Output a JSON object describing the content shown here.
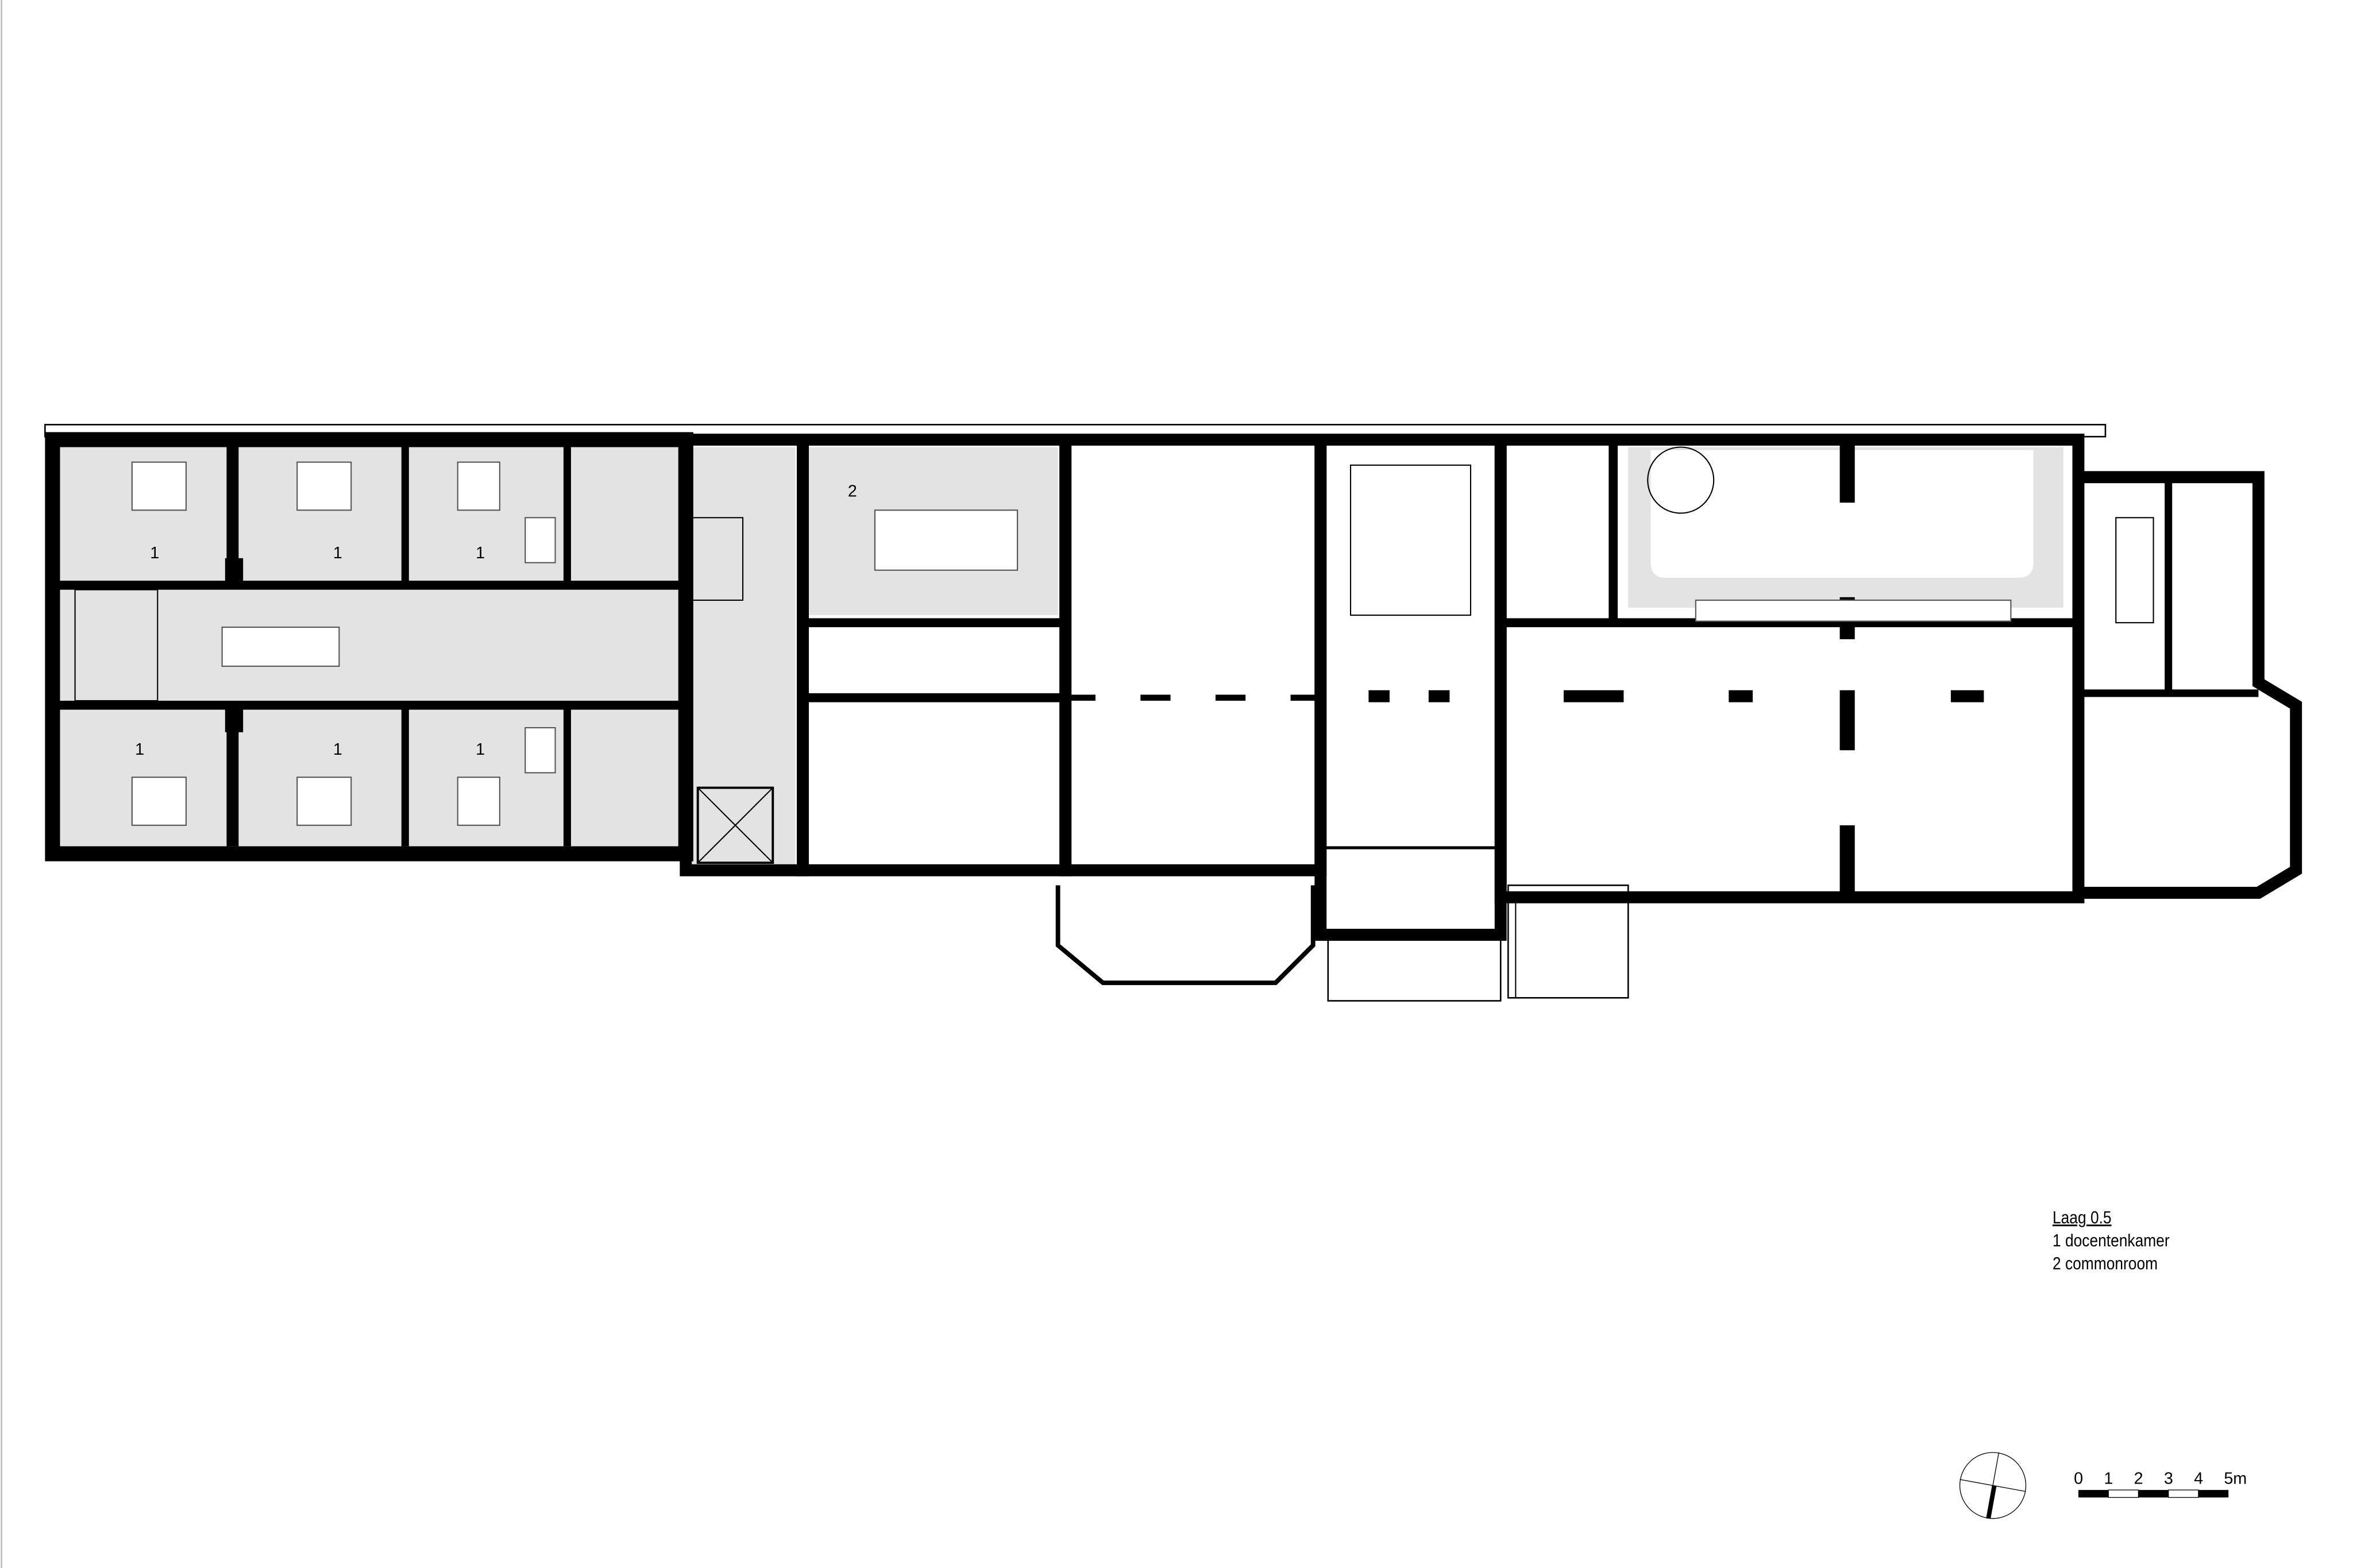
{
  "legend": {
    "title": "Laag 0.5",
    "items": [
      "1 docentenkamer",
      "2 commonroom"
    ]
  },
  "rooms": [
    {
      "label": "1"
    },
    {
      "label": "1"
    },
    {
      "label": "1"
    },
    {
      "label": "1"
    },
    {
      "label": "1"
    },
    {
      "label": "1"
    },
    {
      "label": "2"
    }
  ],
  "scale_bar": {
    "ticks": [
      "0",
      "1",
      "2",
      "3",
      "4",
      "5m"
    ]
  },
  "colors": {
    "wall": "#000000",
    "highlight_fill": "#e3e3e3",
    "background": "#ffffff"
  }
}
